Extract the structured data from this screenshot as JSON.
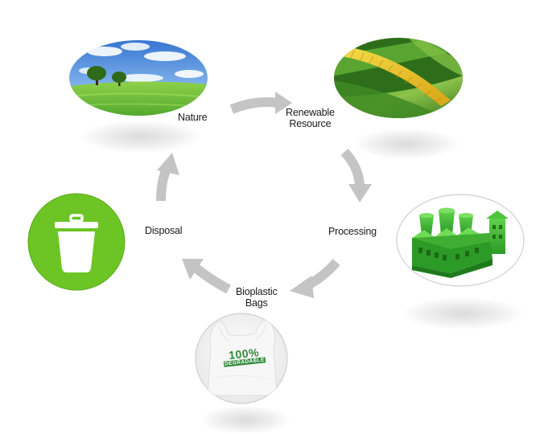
{
  "diagram": {
    "stages": {
      "nature": {
        "label": "Nature"
      },
      "renewable": {
        "line1": "Renewable",
        "line2": "Resource"
      },
      "processing": {
        "label": "Processing"
      },
      "bags": {
        "line1": "Bioplastic",
        "line2": "Bags",
        "print_big": "100%",
        "print_small": "DEGRADABLE"
      },
      "disposal": {
        "label": "Disposal"
      }
    },
    "arrow_color": "#c4c4c4",
    "icons": [
      "meadow-image",
      "corn-image",
      "factory-image",
      "plastic-bag-image",
      "trash-can-icon"
    ],
    "colors": {
      "trash_green": "#6cc524",
      "factory_green": "#3cb531",
      "sky_blue": "#3b7fd4",
      "grass_green": "#56b032",
      "corn_yellow": "#e9c320"
    }
  }
}
